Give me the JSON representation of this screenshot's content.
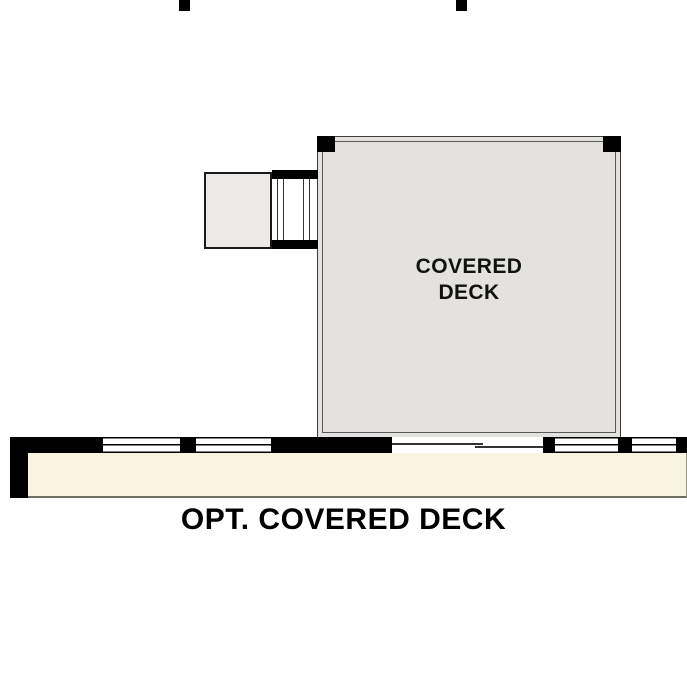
{
  "plan": {
    "deck_label_line1": "COVERED",
    "deck_label_line2": "DECK",
    "title": "OPT. COVERED DECK"
  },
  "colors": {
    "deck_fill": "#e3e2df",
    "bumpout_fill": "#eceae6",
    "interior_fill": "#f8f3e3",
    "wall": "#000000",
    "outline": "#3c3c3c",
    "background": "#ffffff"
  }
}
